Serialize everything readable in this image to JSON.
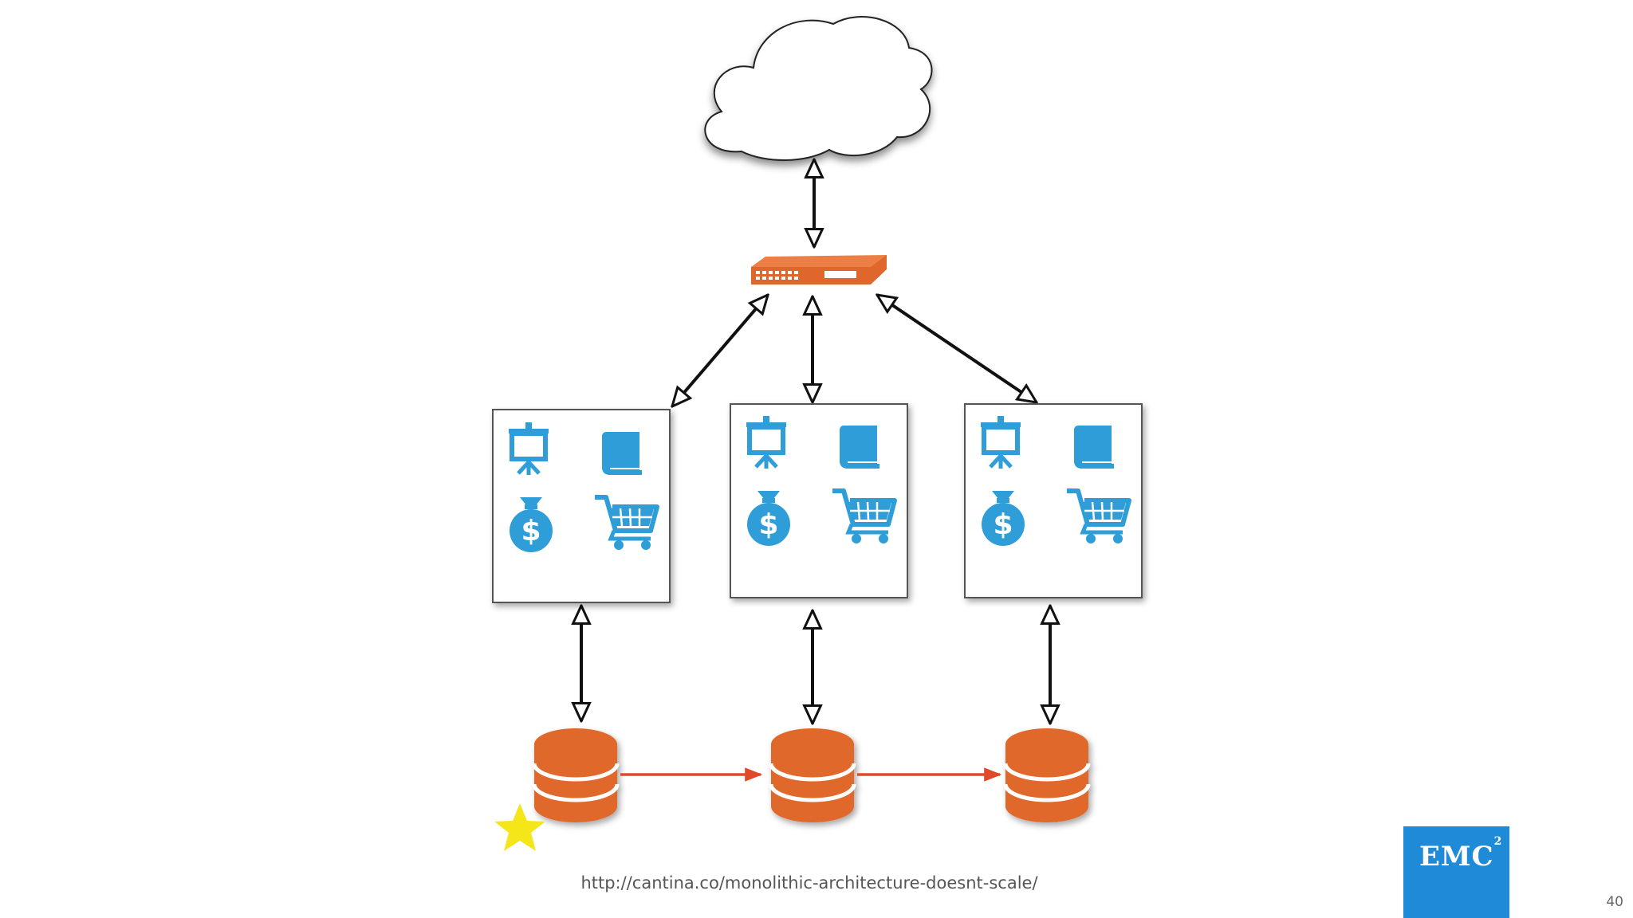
{
  "source_url": "http://cantina.co/monolithic-architecture-doesnt-scale/",
  "page_number": "40",
  "logo": {
    "text": "EMC",
    "superscript": "2"
  },
  "colors": {
    "icon_blue": "#2f9ed8",
    "orange": "#e0672b",
    "replication_arrow": "#e04a2a",
    "star": "#f5e61a",
    "logo_blue": "#1f8bd8"
  },
  "diagram": {
    "nodes": [
      {
        "id": "cloud",
        "kind": "cloud"
      },
      {
        "id": "load-balancer",
        "kind": "network-switch"
      },
      {
        "id": "app-server-1",
        "kind": "server",
        "icons": [
          "presentation-icon",
          "book-icon",
          "money-bag-icon",
          "shopping-cart-icon"
        ]
      },
      {
        "id": "app-server-2",
        "kind": "server",
        "icons": [
          "presentation-icon",
          "book-icon",
          "money-bag-icon",
          "shopping-cart-icon"
        ]
      },
      {
        "id": "app-server-3",
        "kind": "server",
        "icons": [
          "presentation-icon",
          "book-icon",
          "money-bag-icon",
          "shopping-cart-icon"
        ]
      },
      {
        "id": "database-1",
        "kind": "database",
        "primary": true
      },
      {
        "id": "database-2",
        "kind": "database"
      },
      {
        "id": "database-3",
        "kind": "database"
      }
    ],
    "edges": [
      {
        "from": "cloud",
        "to": "load-balancer",
        "style": "bidirectional"
      },
      {
        "from": "load-balancer",
        "to": "app-server-1",
        "style": "bidirectional"
      },
      {
        "from": "load-balancer",
        "to": "app-server-2",
        "style": "bidirectional"
      },
      {
        "from": "load-balancer",
        "to": "app-server-3",
        "style": "bidirectional"
      },
      {
        "from": "app-server-1",
        "to": "database-1",
        "style": "bidirectional"
      },
      {
        "from": "app-server-2",
        "to": "database-2",
        "style": "bidirectional"
      },
      {
        "from": "app-server-3",
        "to": "database-3",
        "style": "bidirectional"
      },
      {
        "from": "database-1",
        "to": "database-2",
        "style": "replication"
      },
      {
        "from": "database-2",
        "to": "database-3",
        "style": "replication"
      }
    ]
  }
}
